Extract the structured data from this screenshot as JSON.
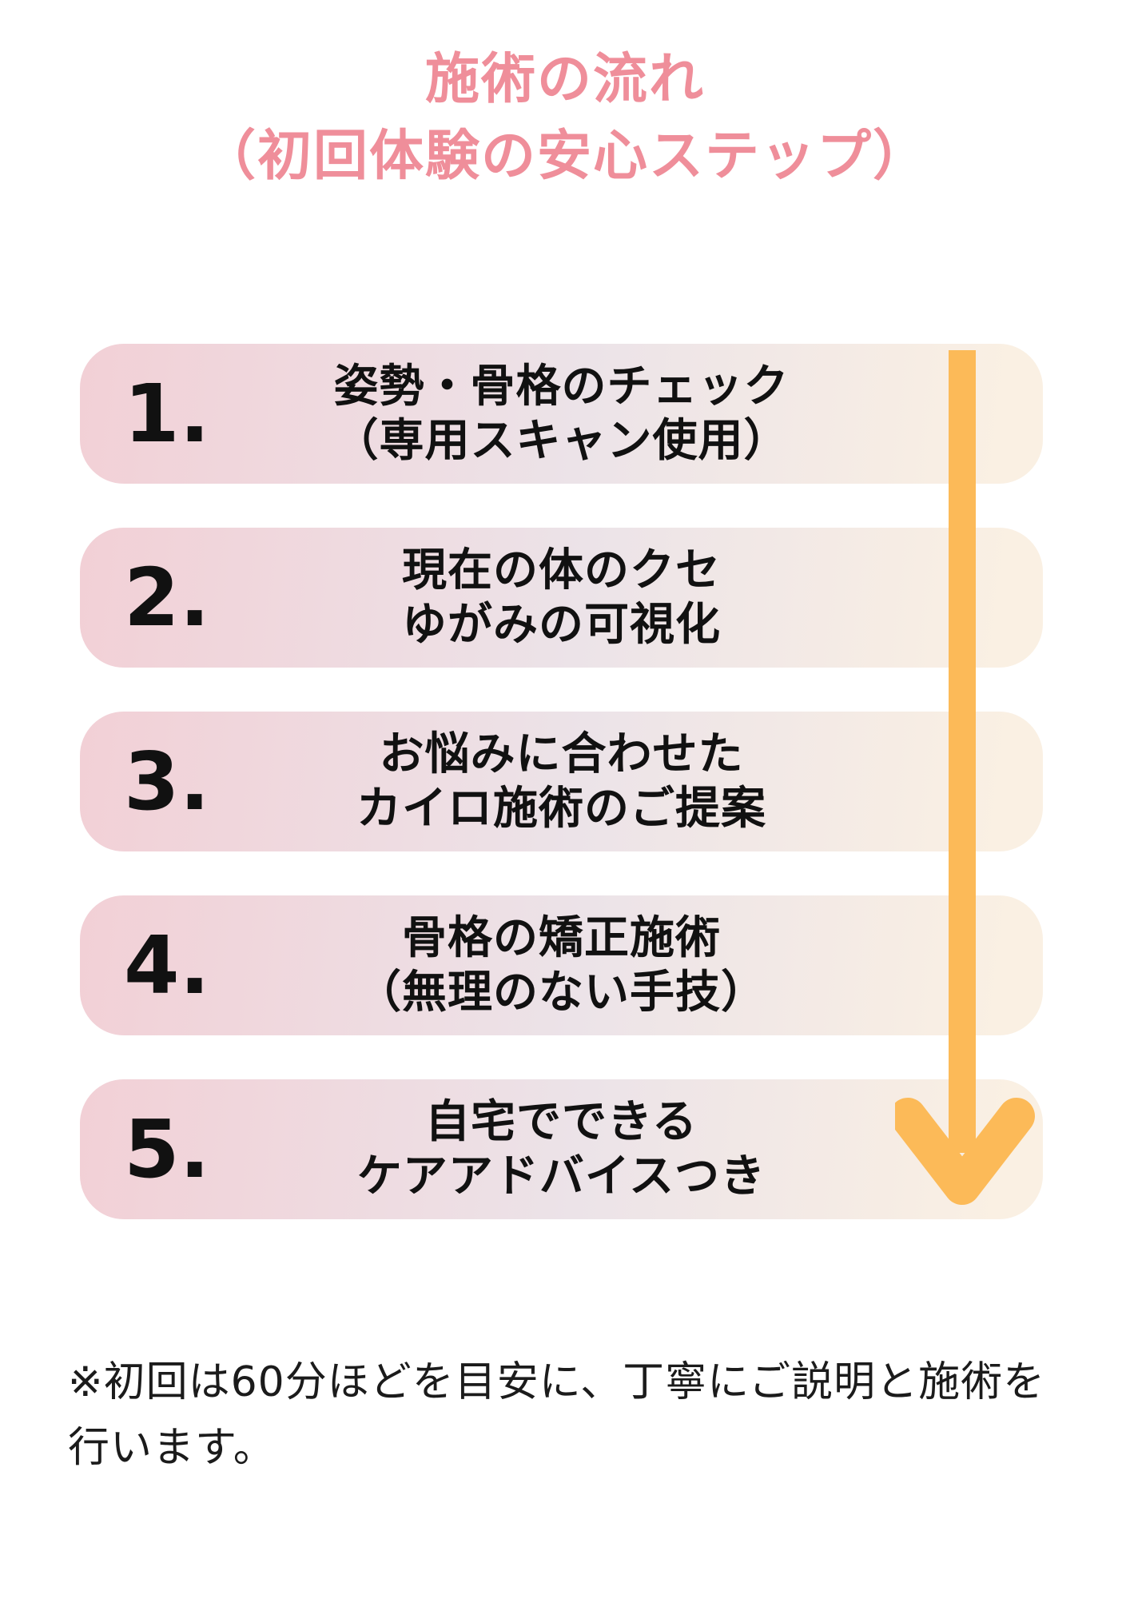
{
  "title": {
    "line1": "施術の流れ",
    "line2": "（初回体験の安心ステップ）"
  },
  "steps": [
    {
      "number": "1.",
      "line1": "姿勢・骨格のチェック",
      "line2": "（専用スキャン使用）"
    },
    {
      "number": "2.",
      "line1": "現在の体のクセ",
      "line2": "ゆがみの可視化"
    },
    {
      "number": "3.",
      "line1": "お悩みに合わせた",
      "line2": "カイロ施術のご提案"
    },
    {
      "number": "4.",
      "line1": "骨格の矯正施術",
      "line2": "（無理のない手技）"
    },
    {
      "number": "5.",
      "line1": "自宅でできる",
      "line2": "ケアアドバイスつき"
    }
  ],
  "footnote": {
    "line1": "※初回は60分ほどを目安に、丁寧にご説明と施術を",
    "line2": "行います。"
  },
  "icons": {
    "flow_arrow": "down-arrow-icon"
  },
  "colors": {
    "title_pink": "#ef8e9a",
    "arrow_orange": "#fcba58",
    "box_gradient_start": "#f2d0d6",
    "box_gradient_mid": "#ece3e8",
    "box_gradient_end": "#faf0e3",
    "text_black": "#111111"
  }
}
